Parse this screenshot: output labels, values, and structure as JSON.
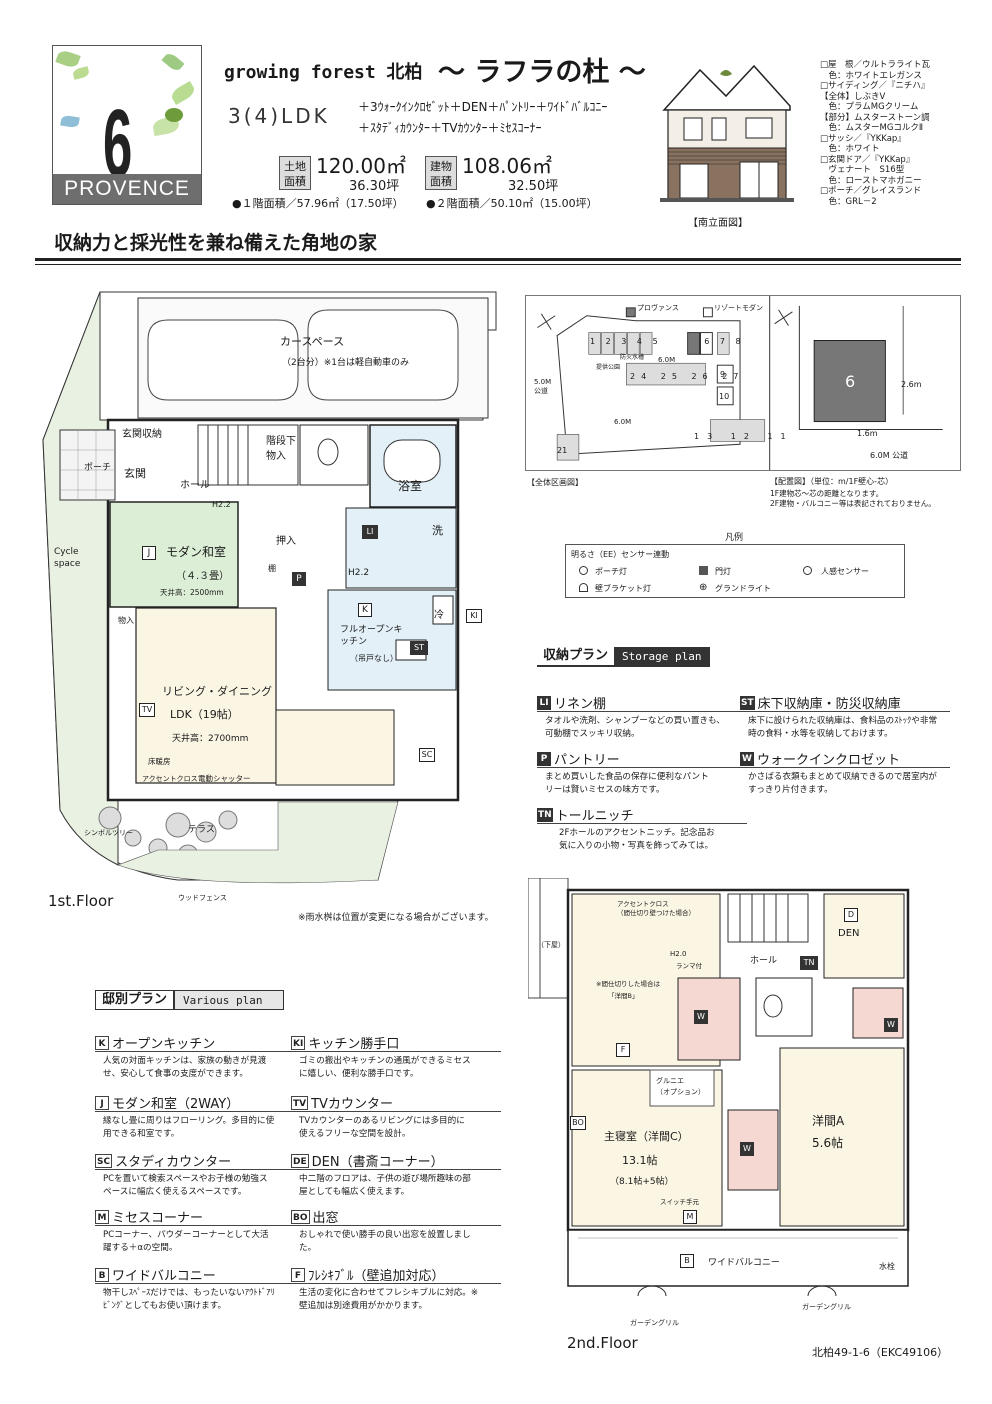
{
  "header": {
    "lot_number": "6",
    "style_name": "PROVENCE",
    "title_en": "growing forest 北柏",
    "title_jp": "～ ラフラの杜 ～",
    "layout_type": "3(4)LDK",
    "options_line1": "＋3ｳｫｰｸｲﾝｸﾛｾﾞｯﾄ＋DEN＋ﾊﾟﾝﾄﾘｰ＋ﾜｲﾄﾞﾊﾞﾙｺﾆｰ",
    "options_line2": "＋ｽﾀﾃﾞｨｶｳﾝﾀｰ＋TVｶｳﾝﾀｰ＋ﾐｾｽｺｰﾅｰ",
    "land_label": "土地面積",
    "land_area": "120.00㎡",
    "land_tsubo": "36.30坪",
    "building_label": "建物面積",
    "building_area": "108.06㎡",
    "building_tsubo": "32.50坪",
    "floor1_area": "●１階面積／57.96㎡（17.50坪）",
    "floor2_area": "●２階面積／50.10㎡（15.00坪）",
    "catchphrase": "収納力と採光性を兼ね備えた角地の家",
    "elevation_caption": "【南立面図】",
    "specs": [
      "□屋　根／ウルトラライト瓦",
      "　色：ホワイトエレガンス",
      "□サイディング／『ニチハ』",
      "【全体】しぶきⅤ",
      "　色：プラムMGクリーム",
      "【部分】ムスターストーン調",
      "　色：ムスターMGコルクⅡ",
      "□サッシ／『YKKap』",
      "　色：ホワイト",
      "□玄関ドア／『YKKap』",
      "　ヴェナート　S16型",
      "　色：ローストマホガニー",
      "□ポーチ／グレイスランド",
      "　色：GRL－2"
    ]
  },
  "floor1": {
    "caption": "1st.Floor",
    "rain_note": "※雨水桝は位置が変更になる場合がございます。",
    "rooms": {
      "carspace": "カースペース",
      "carspace_note": "（2台分）※1台は軽自動車のみ",
      "entrance_storage": "玄関収納",
      "porch": "ポーチ",
      "entrance": "玄関",
      "hall": "ホール",
      "stairs_storage": "階段下物入",
      "bath": "浴室",
      "wash": "洗",
      "washroom_H": "H2.2",
      "japanese_room": "モダン和室",
      "japanese_size": "（４.３畳）",
      "japanese_ceiling": "天井高：2500mm",
      "closet": "押入",
      "pantry_icon": "P",
      "linen_icon": "LI",
      "kitchen_icon": "K",
      "kitchen": "フルオープンキッチン",
      "kitchen_note": "（吊戸なし）",
      "fridge": "冷",
      "study_icon": "ST",
      "ki_icon": "KI",
      "j_icon": "J",
      "tv_icon": "TV",
      "sc_icon": "SC",
      "ldk": "リビング・ダイニング",
      "ldk_size": "LDK（19帖）",
      "ldk_ceiling": "天井高：2700mm",
      "floor_heat": "床暖房",
      "accent_cloth": "アクセントクロス",
      "shutter": "電動シャッター",
      "terrace": "テラス",
      "cycle": "Cycle space",
      "symbol_tree": "シンボルツリー",
      "wood_fence": "ウッドフェンス",
      "storage_small": "物入",
      "shelf": "棚",
      "h22": "H2.2"
    }
  },
  "siteplan": {
    "legend_provence": "プロヴァンス",
    "legend_resort": "リゾートモダン",
    "lots_row1": [
      "1",
      "2",
      "3",
      "4",
      "5",
      "6",
      "7",
      "8"
    ],
    "lots_row2": [
      "24",
      "25",
      "26",
      "27"
    ],
    "lots_right": [
      "9",
      "10"
    ],
    "lots_bottom": [
      "13",
      "12",
      "11"
    ],
    "lot_21": "21",
    "road_left": "5.0M 公道",
    "road_6m_a": "6.0M",
    "road_6m_b": "6.0M",
    "fire_tank": "防火水槽",
    "park": "提供公園",
    "lot_detail": "6",
    "dist_a": "2.6m",
    "dist_b": "1.6m",
    "road_detail": "6.0M 公道",
    "cap_overall": "【全体区画図】",
    "cap_layout": "【配置図】（単位：m/1F壁心-芯）",
    "cap_note1": "1F建物芯～芯の距離となります。",
    "cap_note2": "2F建物・バルコニー等は表記されておりません。"
  },
  "legend": {
    "title": "凡例",
    "sensor": "明るさ（EE）センサー連動",
    "porch_light": "ポーチ灯",
    "gate_light": "門灯",
    "motion_sensor": "人感センサー",
    "wall_light": "壁ブラケット灯",
    "ground_light": "グランドライト"
  },
  "storage_plan": {
    "title_jp": "収納プラン",
    "title_en": "Storage plan",
    "items": [
      {
        "icon": "LI",
        "title": "リネン棚",
        "desc": "タオルや洗剤、シャンプーなどの買い置きも、可動棚でスッキリ収納。"
      },
      {
        "icon": "ST",
        "title": "床下収納庫・防災収納庫",
        "desc": "床下に設けられた収納庫は、食料品のｽﾄｯｸや非常時の食料・水等を収納しておけます。"
      },
      {
        "icon": "P",
        "title": "パントリー",
        "desc": "まとめ買いした食品の保存に便利なパントリーは賢いミセスの味方です。"
      },
      {
        "icon": "W",
        "title": "ウォークインクロゼット",
        "desc": "かさばる衣類もまとめて収納できるので居室内がすっきり片付きます。"
      },
      {
        "icon": "TN",
        "title": "トールニッチ",
        "desc": "2Fホールのアクセントニッチ。記念品お気に入りの小物・写真を飾ってみては。"
      }
    ]
  },
  "various_plan": {
    "title_jp": "邸別プラン",
    "title_en": "Various plan",
    "items": [
      {
        "icon": "K",
        "title": "オープンキッチン",
        "desc": "人気の対面キッチンは、家族の動きが見渡せ、安心して食事の支度ができます。"
      },
      {
        "icon": "KI",
        "title": "キッチン勝手口",
        "desc": "ゴミの搬出やキッチンの通風ができるミセスに嬉しい、便利な勝手口です。"
      },
      {
        "icon": "J",
        "title": "モダン和室（2WAY）",
        "desc": "縁なし畳に周りはフローリング。多目的に使用できる和室です。"
      },
      {
        "icon": "TV",
        "title": "TVカウンター",
        "desc": "TVカウンターのあるリビングには多目的に使えるフリーな空間を設計。"
      },
      {
        "icon": "SC",
        "title": "スタディカウンター",
        "desc": "PCを置いて検索スペースやお子様の勉強スペースに幅広く使えるスペースです。"
      },
      {
        "icon": "DE",
        "title": "DEN（書斎コーナー）",
        "desc": "中二階のフロアは、子供の遊び場所趣味の部屋としても幅広く使えます。"
      },
      {
        "icon": "M",
        "title": "ミセスコーナー",
        "desc": "PCコーナー、パウダーコーナーとして大活躍する＋αの空間。"
      },
      {
        "icon": "BO",
        "title": "出窓",
        "desc": "おしゃれで使い勝手の良い出窓を設置しました。"
      },
      {
        "icon": "B",
        "title": "ワイドバルコニー",
        "desc": "物干しｽﾍﾟｰｽだけでは、もったいないｱｳﾄﾄﾞｱﾘﾋﾞﾝｸﾞとしてもお使い頂けます。"
      },
      {
        "icon": "F",
        "title": "ﾌﾚｼｷﾌﾞﾙ（壁追加対応）",
        "desc": "生活の変化に合わせてフレシキブルに対応。※壁追加は別途費用がかかります。"
      }
    ]
  },
  "floor2": {
    "caption": "2nd.Floor",
    "rooms": {
      "accent_cloth_top": "アクセントクロス",
      "accent_note": "（間仕切り壁つけた場合）",
      "hall": "ホール",
      "tn_icon": "TN",
      "den": "DEN",
      "d_icon": "D",
      "f_icon": "F",
      "w_icon": "W",
      "youshitsu_b": "「洋間B」",
      "youshitsu_note": "※間仕切りした場合は",
      "master": "主寝室（洋間C）",
      "master_size": "13.1帖",
      "master_size2": "（8.1帖+5帖）",
      "youshitsu_a": "洋間A",
      "youshitsu_a_size": "5.6帖",
      "gurunie": "グルニエ",
      "gurunie_opt": "（オプション）",
      "bo_icon": "BO",
      "m_icon": "M",
      "b_icon": "B",
      "balcony": "ワイドバルコニー",
      "water": "水栓",
      "garden_grill1": "ガーデングリル",
      "garden_grill2": "ガーデングリル",
      "h20": "H2.0",
      "ramp": "ランマ付",
      "switch": "スイッチ手元",
      "lower": "（下屋）"
    }
  },
  "footer": {
    "ref": "北柏49-1-6（EKC49106）"
  }
}
